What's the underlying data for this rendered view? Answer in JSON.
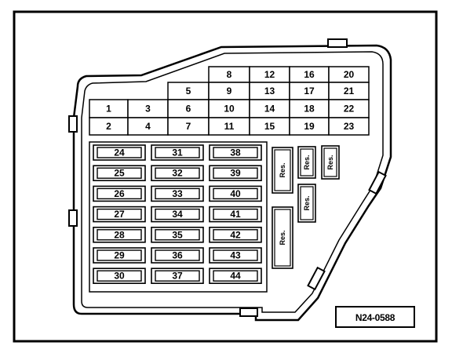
{
  "upper_grid": {
    "row1": [
      "8",
      "12",
      "16",
      "20"
    ],
    "row2": [
      "5",
      "9",
      "13",
      "17",
      "21"
    ],
    "row3": [
      "1",
      "3",
      "6",
      "10",
      "14",
      "18",
      "22"
    ],
    "row4": [
      "2",
      "4",
      "7",
      "11",
      "15",
      "19",
      "23"
    ]
  },
  "lower_fuses": {
    "col1": [
      "24",
      "25",
      "26",
      "27",
      "28",
      "29",
      "30"
    ],
    "col2": [
      "31",
      "32",
      "33",
      "34",
      "35",
      "36",
      "37"
    ],
    "col3": [
      "38",
      "39",
      "40",
      "41",
      "42",
      "43",
      "44"
    ]
  },
  "reserve_label": "Res.",
  "reference_code": "N24-0588",
  "colors": {
    "line": "#000000",
    "background": "#ffffff"
  }
}
